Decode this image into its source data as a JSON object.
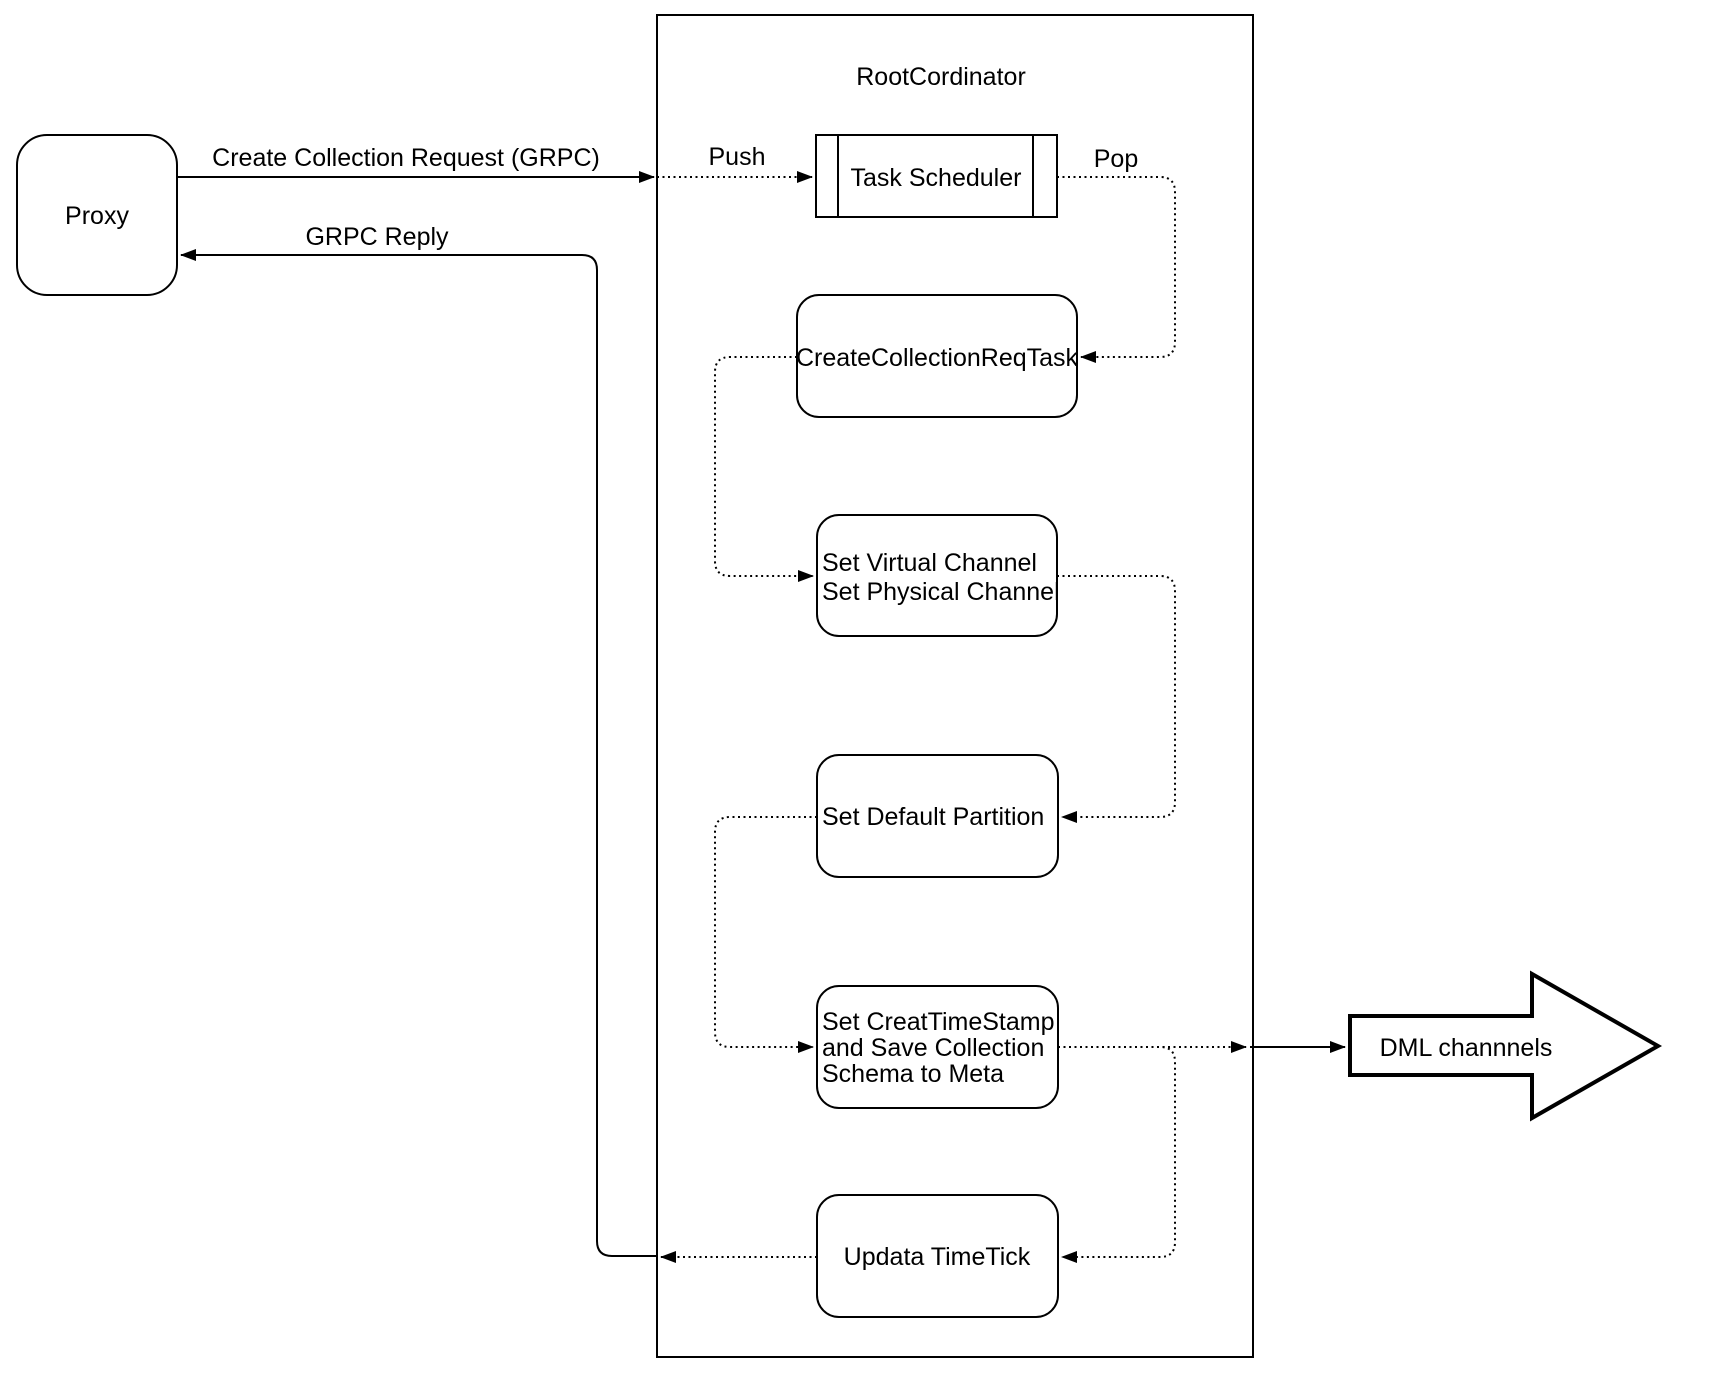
{
  "diagram": {
    "proxy": {
      "label": "Proxy"
    },
    "container": {
      "title": "RootCordinator"
    },
    "nodes": {
      "task_scheduler": {
        "label": "Task Scheduler"
      },
      "create_collection_req_task": {
        "label": "CreateCollectionReqTask"
      },
      "set_channel": {
        "lines": [
          "Set Virtual Channel",
          "Set Physical Channel"
        ]
      },
      "set_default_partition": {
        "label": "Set Default Partition"
      },
      "set_creat_timestamp": {
        "lines": [
          "Set CreatTimeStamp",
          "and Save Collection",
          "Schema to Meta"
        ]
      },
      "updata_timetick": {
        "label": "Updata TimeTick"
      }
    },
    "edges": {
      "create_collection_request": {
        "label": "Create Collection Request (GRPC)"
      },
      "grpc_reply": {
        "label": "GRPC Reply"
      },
      "push": {
        "label": "Push"
      },
      "pop": {
        "label": "Pop"
      }
    },
    "dml": {
      "label": "DML channnels"
    },
    "colors": {
      "stroke": "#000000",
      "background": "#ffffff",
      "text": "#000000"
    }
  }
}
